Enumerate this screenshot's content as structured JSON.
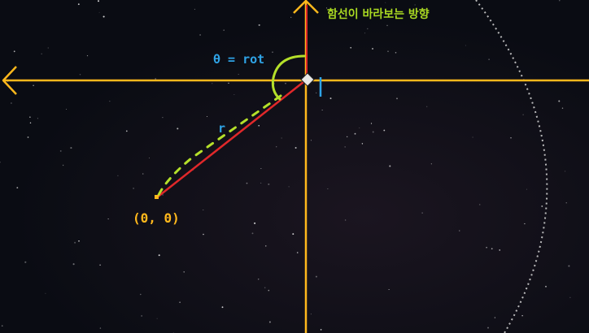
{
  "labels": {
    "ship_direction": "함선이 바라보는 방향",
    "theta": "θ = rot",
    "radius": "r",
    "origin": "(0, 0)"
  },
  "colors": {
    "background": "#0a0c13",
    "axis": "#ffb81c",
    "radius_line": "#e0282a",
    "arc": "#b5e02a",
    "theta_text": "#2fa4e7",
    "ship_text": "#a9d822",
    "origin_text": "#ffb81c",
    "boundary": "#d8d8d8"
  },
  "icons": [
    "arrow-left-icon",
    "arrow-up-icon",
    "ship-icon"
  ]
}
